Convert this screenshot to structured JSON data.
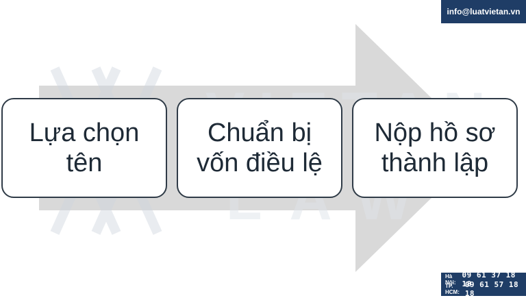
{
  "steps": [
    {
      "label": "Lựa chọn tên"
    },
    {
      "label": "Chuẩn bị vốn điều lệ"
    },
    {
      "label": "Nộp hồ sơ thành lập"
    }
  ],
  "header": {
    "email": "info@luatvietan.vn"
  },
  "contact": {
    "rows": [
      {
        "label": "Hà Nội:",
        "phone": "09 61 37 18 18"
      },
      {
        "label": "TP. HCM:",
        "phone": "09 61 57 18 18"
      }
    ]
  },
  "watermark": {
    "brand_top": "VIETAN",
    "brand_bottom": "LAW"
  },
  "colors": {
    "arrow": "#d9d9d9",
    "box_border": "#2f3b47",
    "badge_bg": "#1f3d66",
    "text": "#1e2a36"
  }
}
